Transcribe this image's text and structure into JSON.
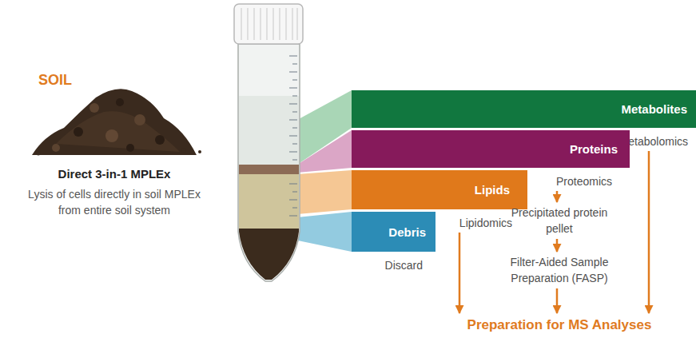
{
  "diagram": {
    "nodes": [
      {
        "text": [
          "Metabolites",
          "Metabolomics"
        ]
      },
      {
        "text": [
          "Proteins",
          "Proteomics"
        ]
      },
      {
        "text": [
          "Lipids",
          "Lipidomics"
        ]
      },
      {
        "text": [
          "Debris",
          "Discard"
        ]
      },
      {
        "text": [
          "Precipitated protein pellet"
        ]
      },
      {
        "text": [
          "Filter-Aided Sample Preparation (FASP)"
        ]
      },
      {
        "text": [
          "Preparation for MS Analyses"
        ]
      }
    ],
    "edges": [
      {
        "from": 2,
        "to": 6,
        "arrow": "to"
      },
      {
        "from": 1,
        "to": 4,
        "arrow": "to"
      },
      {
        "from": 4,
        "to": 5,
        "arrow": "to"
      },
      {
        "from": 5,
        "to": 6,
        "arrow": "to"
      },
      {
        "from": 0,
        "to": 6,
        "arrow": "to"
      }
    ],
    "labels": [
      "SOIL",
      "Direct 3-in-1 MPLEx",
      "Lysis of cells directly in soil MPLEx from entire soil system"
    ]
  }
}
